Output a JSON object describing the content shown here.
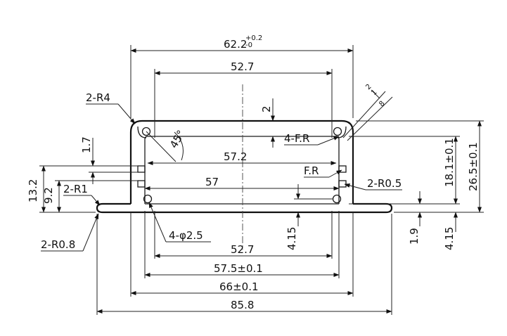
{
  "drawing": {
    "dimensions": {
      "overall_top_width": "62.2",
      "tolerance_upper": "+0.2",
      "tolerance_lower": "-0",
      "inner_top_width": "52.7",
      "slot_width": "57.2",
      "inner_width": "57",
      "bottom_inner_width": "52.7",
      "bottom_outer_width": "57.5±0.1",
      "outer_width": "66±0.1",
      "flange_width": "85.8",
      "left_height_total": "13.2",
      "left_height_lower": "9.2",
      "left_small": "1.7",
      "top_notch": "2",
      "right_height_inner": "18.1±0.1",
      "right_height_total": "26.5±0.1",
      "center_height": "4.15",
      "flange_thickness": "1.9",
      "right_small": "4.15",
      "angle": "45°",
      "notch_a": "2",
      "notch_b": "1",
      "notch_c": "8"
    },
    "callouts": {
      "radius_top": "2-R4",
      "radius_r1": "2-R1",
      "radius_r08": "2-R0.8",
      "holes": "4-φ2.5",
      "fr_top": "4-F.R",
      "fr_mid": "F.R",
      "radius_r05": "2-R0.5"
    }
  }
}
